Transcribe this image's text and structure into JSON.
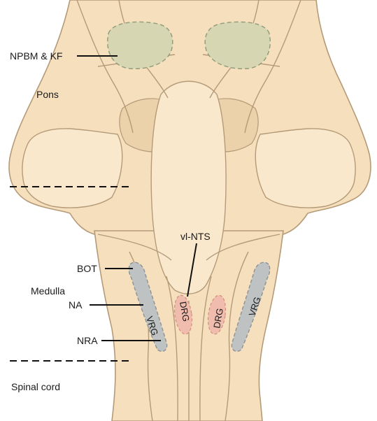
{
  "labels": {
    "npbm_kf": "NPBM & KF",
    "pons": "Pons",
    "vl_nts": "vl-NTS",
    "bot": "BOT",
    "medulla": "Medulla",
    "na": "NA",
    "nra": "NRA",
    "spinal_cord": "Spinal cord",
    "vrg_left": "VRG",
    "vrg_right": "VRG",
    "drg_left": "DRG",
    "drg_right": "DRG"
  },
  "colors": {
    "tissue": "#f5dfbd",
    "tissue_light": "#f9e8cc",
    "tissue_shadow": "#ecd2ab",
    "outline": "#b59a78",
    "nucleus_green": "#d6d6b2",
    "vrg_gray": "#bfc2c3",
    "drg_pink": "#f0bcae"
  }
}
